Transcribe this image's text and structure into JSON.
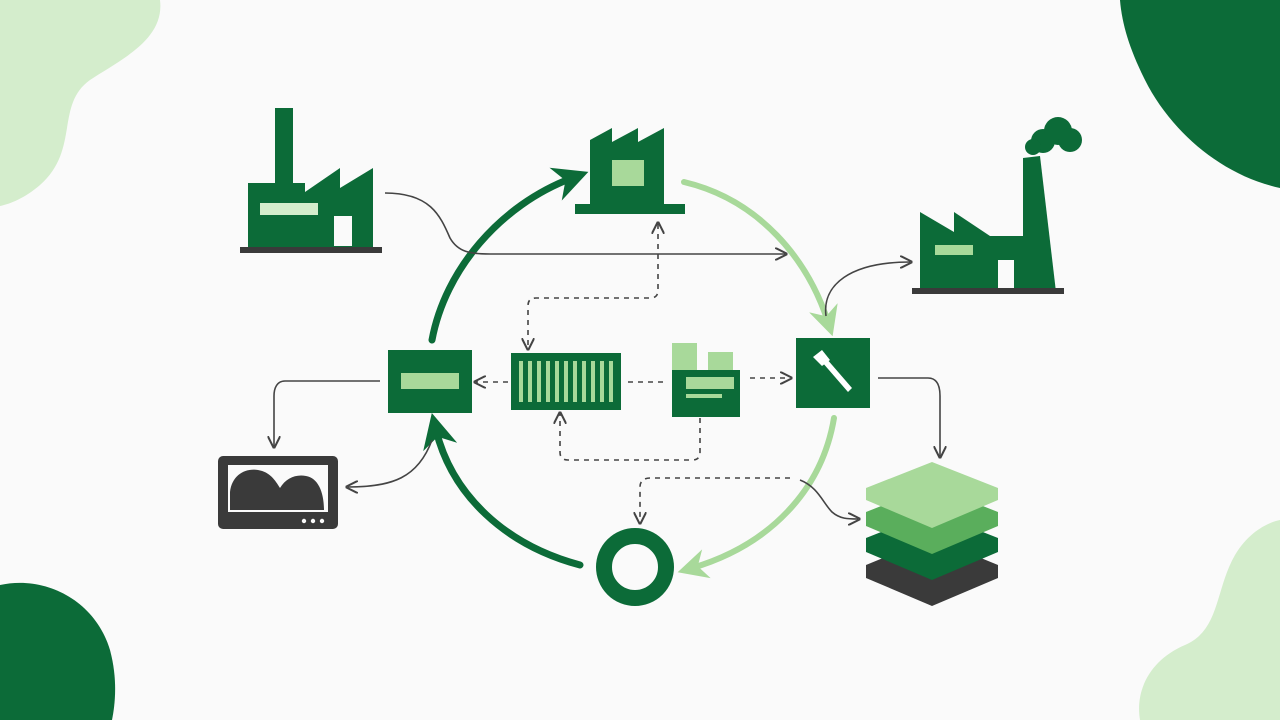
{
  "colors": {
    "background": "#fafafa",
    "dark_green": "#0c6b38",
    "light_green": "#a8d99a",
    "pale_green": "#d4edcc",
    "charcoal": "#3a3a3a",
    "connector": "#444444"
  },
  "nodes": [
    {
      "id": "factory-left",
      "icon": "factory-icon"
    },
    {
      "id": "factory-top",
      "icon": "factory-icon"
    },
    {
      "id": "factory-smoke",
      "icon": "factory-smoke-icon"
    },
    {
      "id": "panel-left",
      "icon": "panel-icon"
    },
    {
      "id": "container",
      "icon": "shipping-container-icon"
    },
    {
      "id": "office",
      "icon": "office-printer-icon"
    },
    {
      "id": "hammer-box",
      "icon": "hammer-icon"
    },
    {
      "id": "monitor",
      "icon": "monitor-icon"
    },
    {
      "id": "recycle-ring",
      "icon": "ring-icon"
    },
    {
      "id": "layer-stack",
      "icon": "layers-icon"
    }
  ],
  "cycle": [
    "panel-left",
    "factory-top",
    "hammer-box",
    "recycle-ring",
    "panel-left"
  ]
}
